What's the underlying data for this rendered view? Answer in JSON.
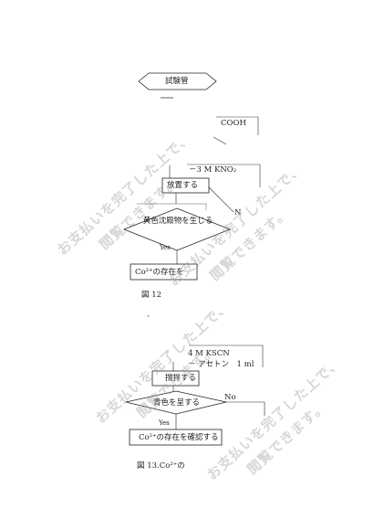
{
  "flow1": {
    "start": "試験管",
    "reagent_top": "COOH",
    "reagent_kno2": "－3 M KNO₂",
    "step_leave": "放置する",
    "decision": "黄色沈殿物を生じる",
    "no_label": "N",
    "yes_label": "Yes",
    "result": "Co²⁺の存在を",
    "caption": "図 12"
  },
  "flow2": {
    "reagent_kscn": "4 M KSCN",
    "reagent_acetone": "－ アセトン　1 ml",
    "step_stir": "撹拌する",
    "decision": "青色を呈する",
    "no_label": "No",
    "yes_label": "Yes",
    "result": "Co²⁺の存在を確認する",
    "caption": "図 13.Co²⁺の"
  },
  "watermark": {
    "line1": "お支払いを完了した上で、",
    "line2": "閲覧できます。"
  }
}
